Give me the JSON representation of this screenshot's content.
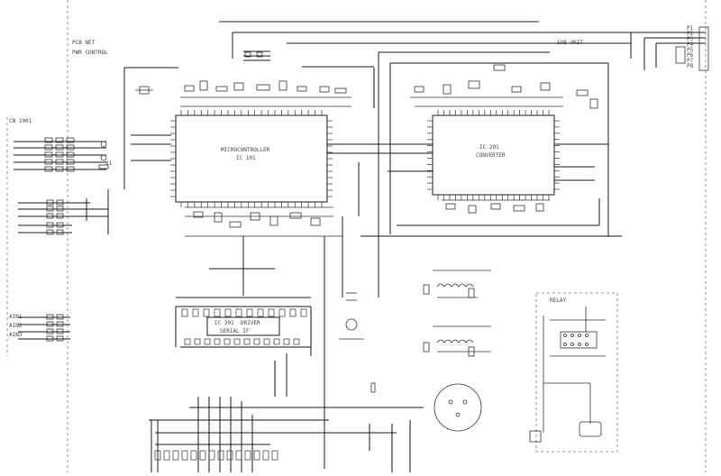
{
  "sheet": {
    "title_line1": "PCB NET",
    "title_line2": "PWR CONTROL",
    "block_header_right": "SUB UNIT",
    "left_connector_label": "CN 1001",
    "ic_main_label": "MICROCONTROLLER",
    "ic_main_sub": "IC 101",
    "ic_sub_label": "IC 201",
    "ic_sub_sub": "CONVERTER",
    "ic_lower_label": "IC 301  DRIVER",
    "ic_lower_sub": "SERIAL IF",
    "crystal_label": "X1",
    "left_inputs": [
      "AIN1",
      "AIN2",
      "AIN3"
    ],
    "right_connector": [
      "P1",
      "P2",
      "P3",
      "P4",
      "P5",
      "P6",
      "P7",
      "P8"
    ],
    "relay_box_label": "RELAY"
  },
  "colors": {
    "line": "#1a1a1a",
    "component": "#333333",
    "dashed": "#777777",
    "background": "#ffffff"
  }
}
